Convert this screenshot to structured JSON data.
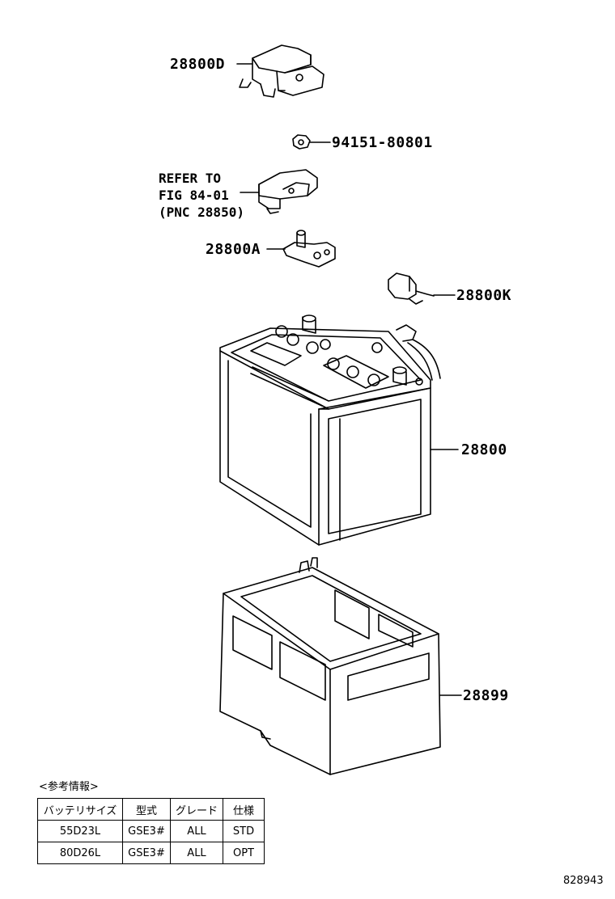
{
  "labels": {
    "part_28800D": "28800D",
    "part_94151": "94151-80801",
    "refer_line1": "REFER TO",
    "refer_line2": "FIG 84-01",
    "refer_line3": "(PNC 28850)",
    "part_28800A": "28800A",
    "part_28800K": "28800K",
    "part_28800": "28800",
    "part_28899": "28899"
  },
  "reference": {
    "caption": "<参考情報>",
    "headers": [
      "バッテリサイズ",
      "型式",
      "グレード",
      "仕様"
    ],
    "rows": [
      [
        "55D23L",
        "GSE3#",
        "ALL",
        "STD"
      ],
      [
        "80D26L",
        "GSE3#",
        "ALL",
        "OPT"
      ]
    ]
  },
  "figure_id": "828943"
}
